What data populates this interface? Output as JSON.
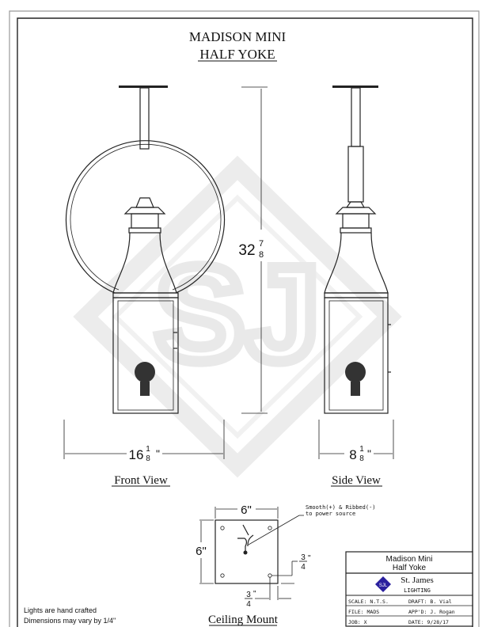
{
  "title": {
    "line1": "MADISON MINI",
    "line2": "HALF YOKE"
  },
  "watermark": {
    "logo_text": "SJ"
  },
  "front_view": {
    "label": "Front View",
    "height_dim": {
      "whole": "32",
      "num": "7",
      "den": "8"
    },
    "width_dim": {
      "whole": "16",
      "num": "1",
      "den": "8",
      "unit": "\""
    }
  },
  "side_view": {
    "label": "Side View",
    "width_dim": {
      "whole": "8",
      "num": "1",
      "den": "8",
      "unit": "\""
    }
  },
  "ceiling_mount": {
    "label": "Ceiling Mount",
    "width": "6\"",
    "height": "6\"",
    "callout_line1": "Smooth(+) & Ribbed(-)",
    "callout_line2": "to power source",
    "offset_right": {
      "num": "3",
      "den": "4",
      "unit": "\""
    },
    "offset_bottom": {
      "num": "3",
      "den": "4",
      "unit": "\""
    }
  },
  "notes": {
    "line1": "Lights are hand crafted",
    "line2": "Dimensions may vary by 1/4\""
  },
  "title_block": {
    "product_line1": "Madison Mini",
    "product_line2": "Half Yoke",
    "company": "St. James",
    "company_sub": "LIGHTING",
    "logo_text": "SJL",
    "scale_label": "SCALE:",
    "scale_value": "N.T.S.",
    "draft_label": "DRAFT:",
    "draft_value": "B. Vial",
    "file_label": "FILE:",
    "file_value": "MADS",
    "appd_label": "APP'D:",
    "appd_value": "J. Rogan",
    "job_label": "JOB:",
    "job_value": "X",
    "date_label": "DATE:",
    "date_value": "9/28/17",
    "logo_color": "#2a1f9e"
  }
}
